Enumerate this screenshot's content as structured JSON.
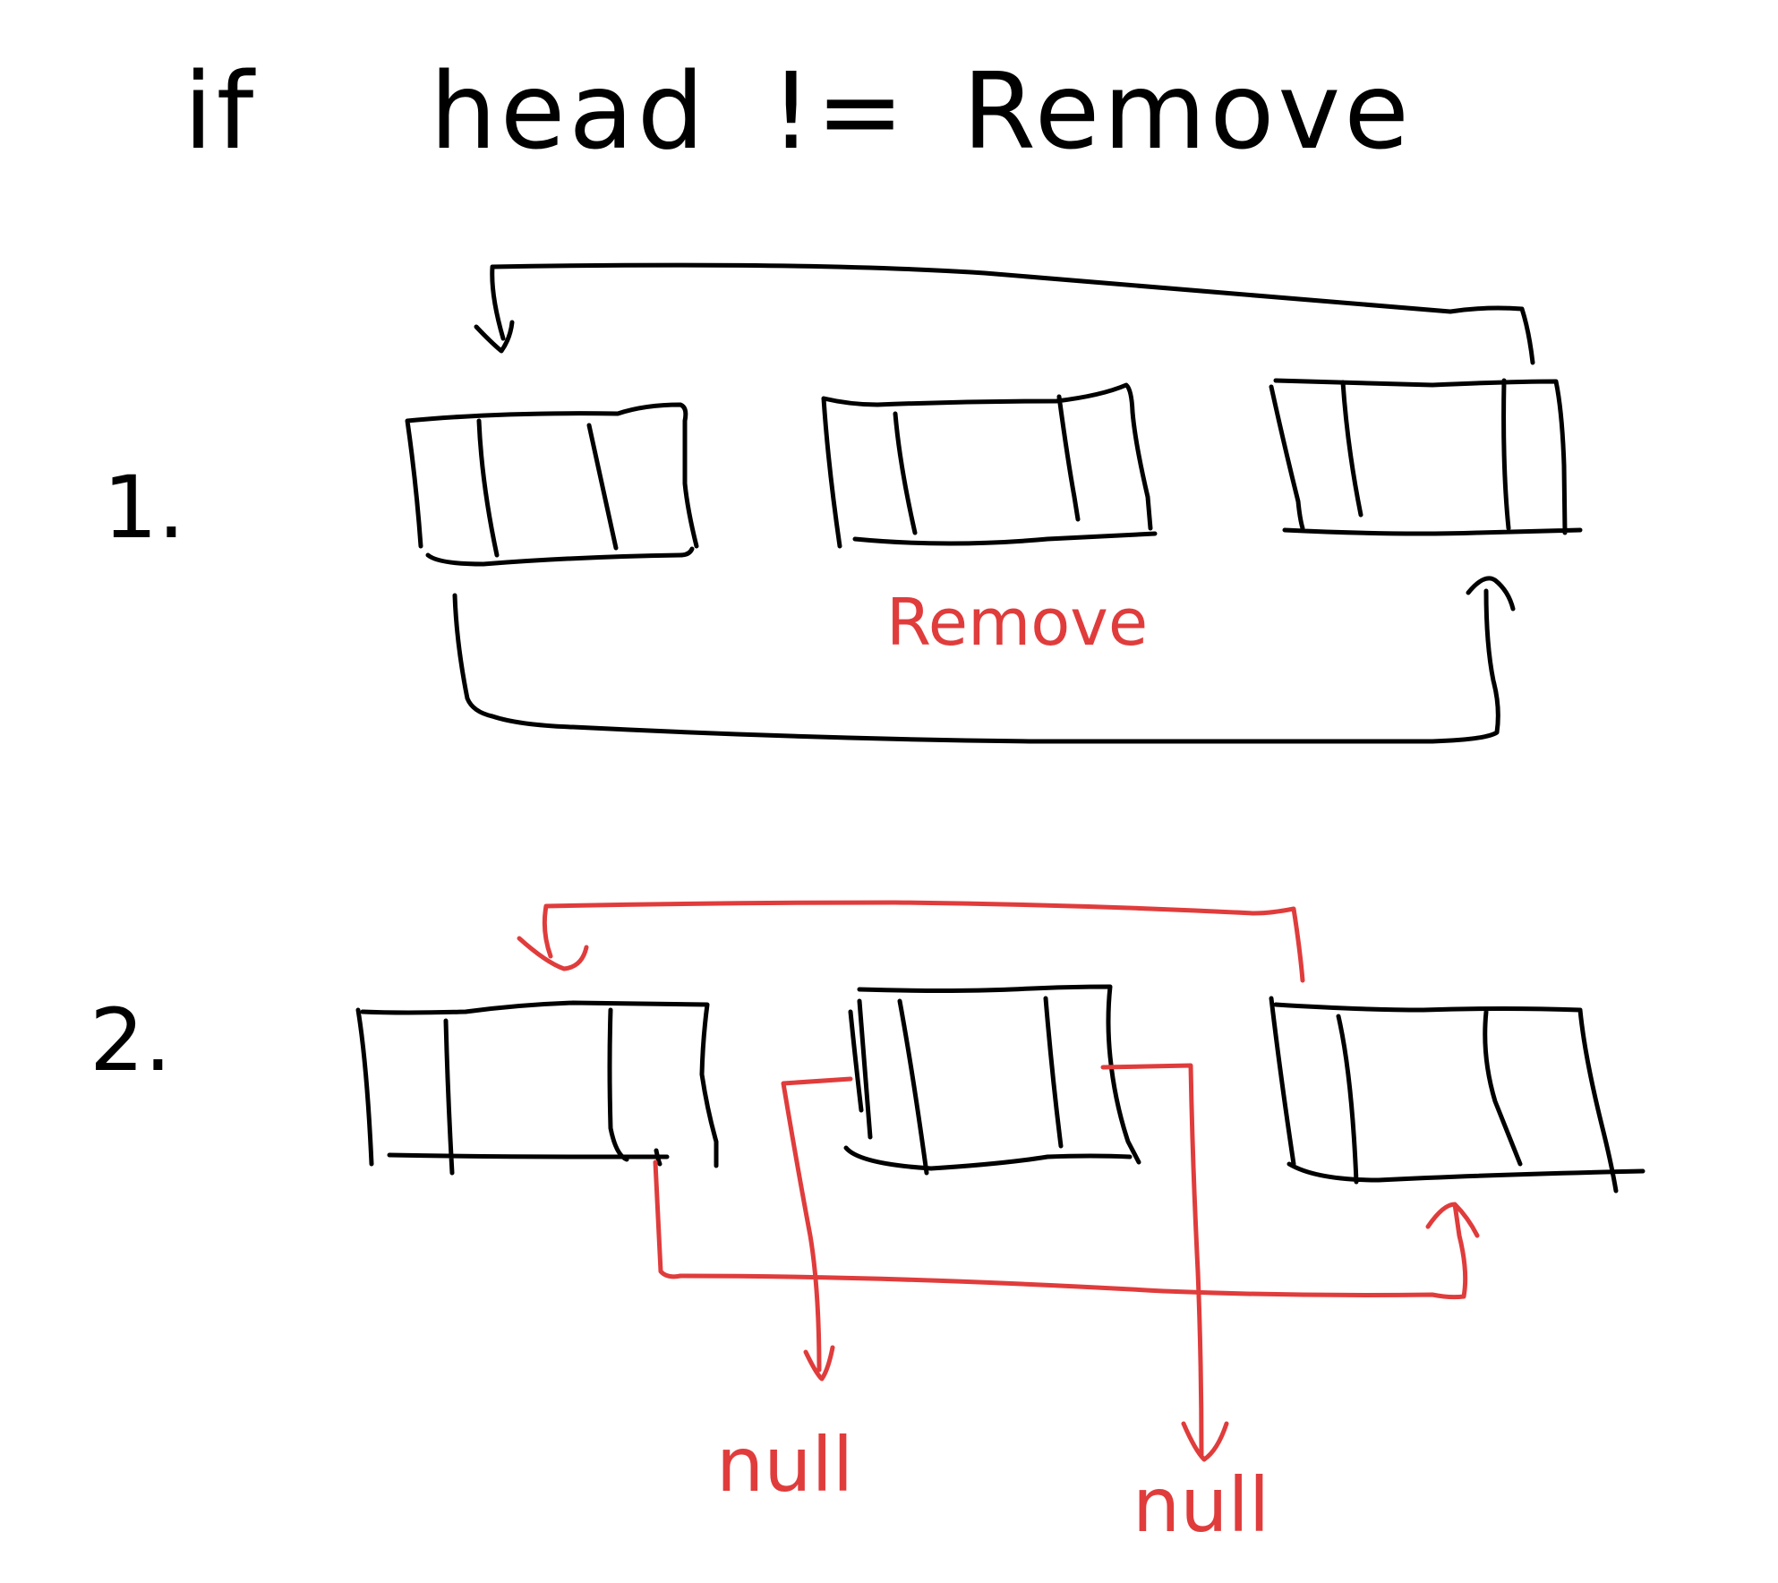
{
  "condition": {
    "keyword": "if",
    "subject": "head",
    "operator": "!=",
    "target": "Remove"
  },
  "steps": [
    {
      "label": "1.",
      "nodes": 3,
      "removed_node_label": "Remove"
    },
    {
      "label": "2.",
      "nodes": 3,
      "null_labels": [
        "null",
        "null"
      ]
    }
  ],
  "colors": {
    "ink": "#000000",
    "highlight": "#e03c3c",
    "background": "#ffffff"
  }
}
